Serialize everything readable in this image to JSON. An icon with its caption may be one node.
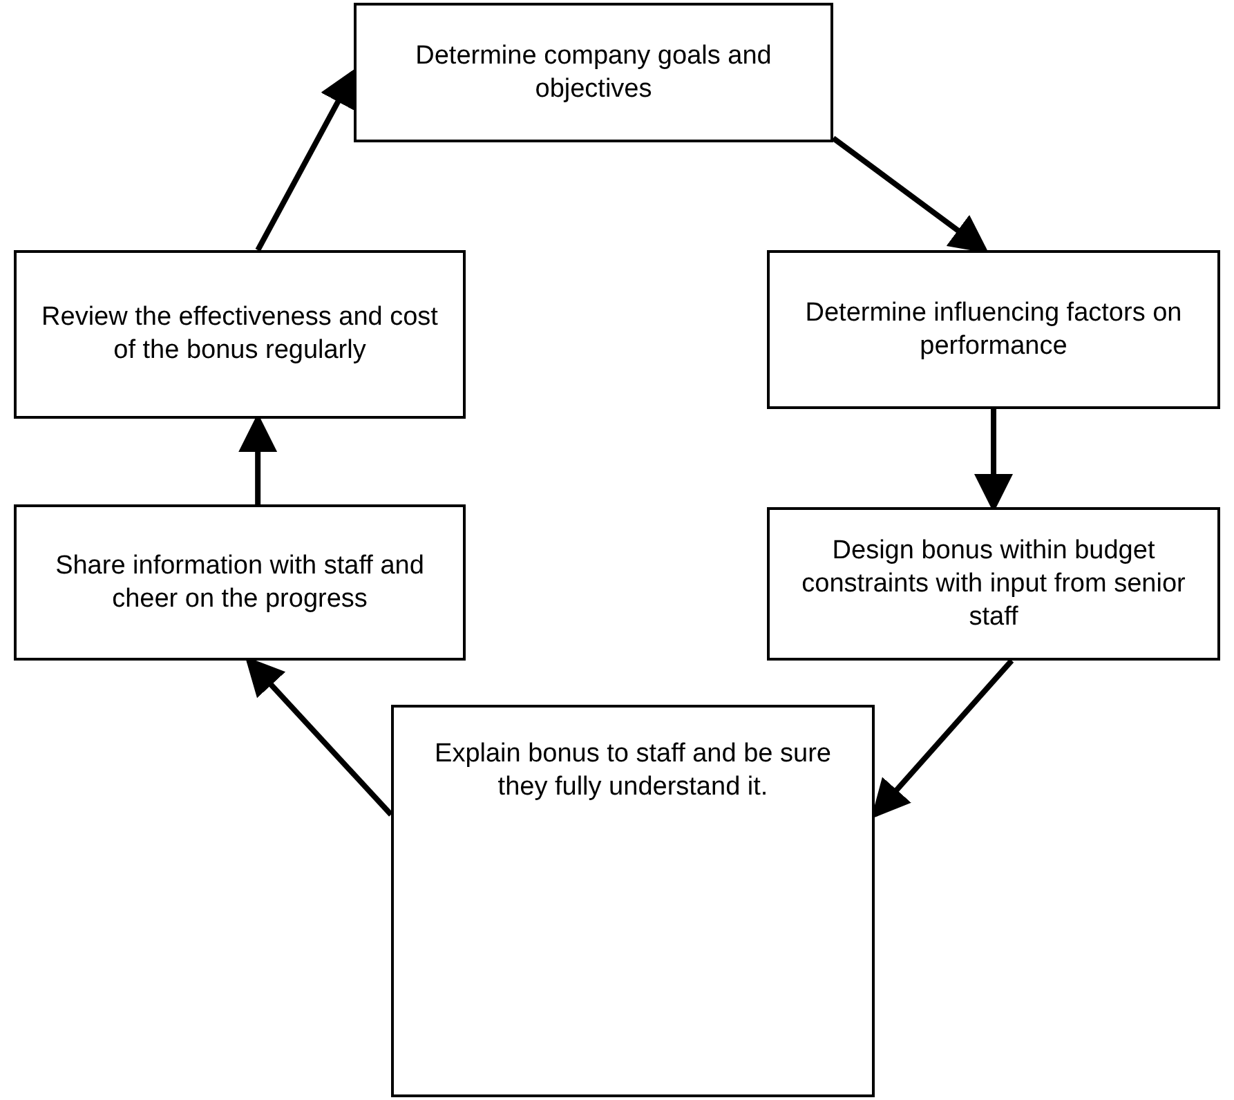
{
  "diagram": {
    "nodes": [
      {
        "text": [
          "Determine company goals and objectives"
        ]
      },
      {
        "text": [
          "Determine influencing factors on performance"
        ]
      },
      {
        "text": [
          "Design bonus within budget constraints with input from senior staff"
        ]
      },
      {
        "text": [
          "Explain bonus to staff and be sure they fully understand it."
        ]
      },
      {
        "text": [
          "Share information with staff and cheer on the progress"
        ]
      },
      {
        "text": [
          "Review the effectiveness and cost of the bonus regularly"
        ]
      }
    ],
    "edges": [
      {
        "from": 0,
        "to": 1,
        "arrow": "to"
      },
      {
        "from": 1,
        "to": 2,
        "arrow": "to"
      },
      {
        "from": 2,
        "to": 3,
        "arrow": "to"
      },
      {
        "from": 3,
        "to": 4,
        "arrow": "to"
      },
      {
        "from": 4,
        "to": 5,
        "arrow": "to"
      },
      {
        "from": 5,
        "to": 0,
        "arrow": "to"
      }
    ]
  }
}
